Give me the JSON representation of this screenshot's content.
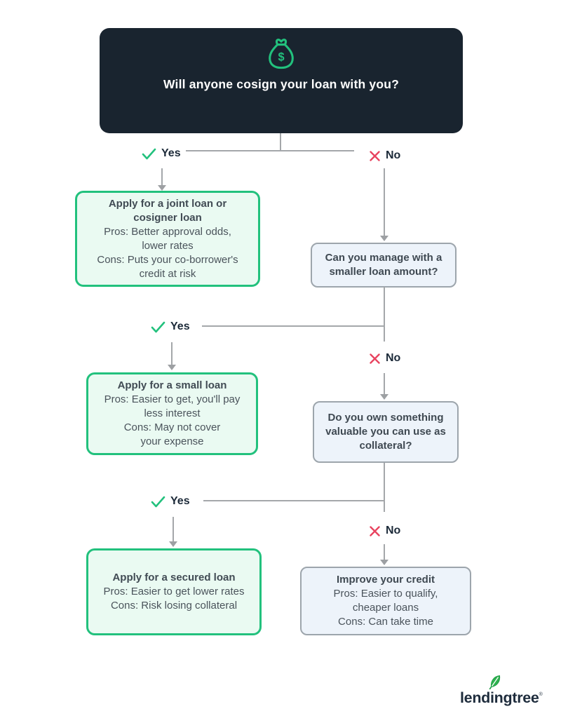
{
  "header": {
    "question": "Will anyone cosign your loan with you?",
    "icon": "money-bag-icon",
    "bg_color": "#19242f",
    "text_color": "#ffffff"
  },
  "labels": {
    "yes": "Yes",
    "no": "No"
  },
  "colors": {
    "accent_green": "#22c17d",
    "mint_background": "#eafaf2",
    "question_background": "#edf3fa",
    "question_border": "#9da5ac",
    "connector_gray": "#a4a7aa",
    "no_red": "#e8435f",
    "navy_text": "#1c2a39"
  },
  "nodes": {
    "outcome_cosigner": {
      "title_lines": [
        "Apply for a joint loan or",
        "cosigner loan"
      ],
      "body_lines": [
        "Pros: Better approval odds,",
        "lower rates",
        "Cons: Puts your co-borrower's",
        "credit at risk"
      ]
    },
    "question_smaller_loan": {
      "text_lines": [
        "Can you manage with a",
        "smaller loan amount?"
      ]
    },
    "outcome_small_loan": {
      "title_lines": [
        "Apply for a small loan"
      ],
      "body_lines": [
        "Pros: Easier to get, you'll pay",
        "less interest",
        "Cons: May not cover",
        "your expense"
      ]
    },
    "question_collateral": {
      "text_lines": [
        "Do you own something",
        "valuable you can use as",
        "collateral?"
      ]
    },
    "outcome_secured_loan": {
      "title_lines": [
        "Apply for a secured loan"
      ],
      "body_lines": [
        "Pros: Easier to get lower rates",
        "Cons: Risk losing collateral"
      ]
    },
    "outcome_improve_credit": {
      "title_lines": [
        "Improve your credit"
      ],
      "body_lines": [
        "Pros: Easier to qualify,",
        "cheaper loans",
        "Cons: Can take time"
      ]
    }
  },
  "footer": {
    "logo_text": "lendingtree",
    "registered": "®"
  }
}
